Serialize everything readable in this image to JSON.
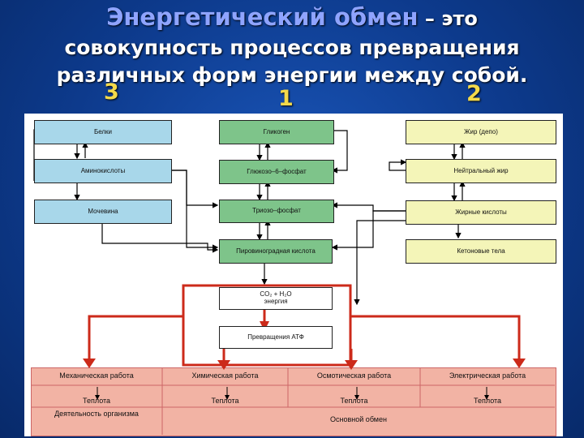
{
  "title": {
    "line1_main": "Энергетический обмен",
    "line1_tail": " – это",
    "line2": "совокупность процессов превращения",
    "line3": "различных форм энергии между собой."
  },
  "numbers": {
    "left": "3",
    "center": "1",
    "right": "2"
  },
  "diagram": {
    "proteins": [
      "Белки",
      "Аминокислоты",
      "Мочевина"
    ],
    "carbs": [
      "Гликоген",
      "Глюкозо–6–фосфат",
      "Триозо–фосфат",
      "Пировиноградная кислота"
    ],
    "fats": [
      "Жир (депо)",
      "Нейтральный жир",
      "Жирные кислоты",
      "Кетоновые тела"
    ],
    "center_top": "CO₂ + H₂O энергия",
    "center_bottom": "Превращения АТФ",
    "work": [
      "Механическая работа",
      "Химическая работа",
      "Осмотическая работа",
      "Электрическая работа"
    ],
    "heat": [
      "Теплота",
      "Теплота",
      "Теплота",
      "Теплота"
    ],
    "bottom_left": "Деятельность организма",
    "bottom_main": "Основной обмен"
  },
  "colors": {
    "proteins": "#a8d7ea",
    "carbs": "#7ec48a",
    "fats": "#f4f5b8",
    "energy": "#f0a48f",
    "arrow_red": "#cc2a1a"
  }
}
